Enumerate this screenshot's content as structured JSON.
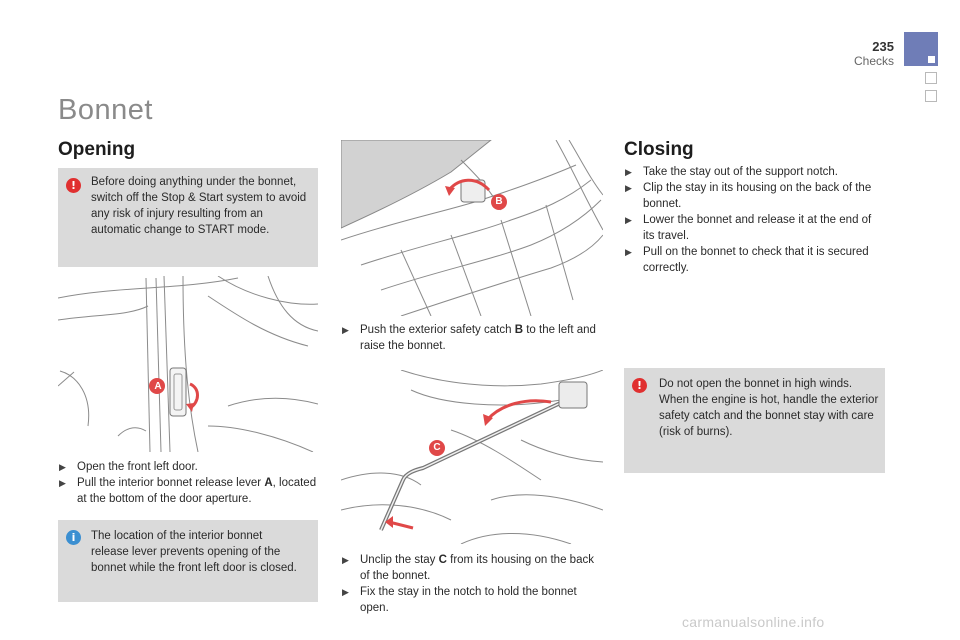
{
  "header": {
    "page_number": "235",
    "section": "Checks"
  },
  "title": "Bonnet",
  "opening": {
    "heading": "Opening",
    "warning_note": "Before doing anything under the bonnet, switch off the Stop & Start system to avoid any risk of injury resulting from an automatic change to START mode.",
    "lever_label": "A",
    "steps": [
      {
        "text": "Open the front left door."
      },
      {
        "pre": "Pull the interior bonnet release lever ",
        "bold": "A",
        "post": ", located at the bottom of the door aperture."
      }
    ],
    "info_note": "The location of the interior bonnet release lever prevents opening of the bonnet while the front left door is closed."
  },
  "middle": {
    "catch_label": "B",
    "stay_label": "C",
    "steps_top": [
      {
        "pre": "Push the exterior safety catch ",
        "bold": "B",
        "post": " to the left and raise the bonnet."
      }
    ],
    "steps_bottom": [
      {
        "pre": "Unclip the stay ",
        "bold": "C",
        "post": " from its housing on the back of the bonnet."
      },
      {
        "text": "Fix the stay in the notch to hold the bonnet open."
      }
    ]
  },
  "closing": {
    "heading": "Closing",
    "steps": [
      {
        "text": "Take the stay out of the support notch."
      },
      {
        "text": "Clip the stay in its housing on the back of the bonnet."
      },
      {
        "text": "Lower the bonnet and release it at the end of its travel."
      },
      {
        "text": "Pull on the bonnet to check that it is secured correctly."
      }
    ],
    "warning_note": "Do not open the bonnet in high winds. When the engine is hot, handle the exterior safety catch and the bonnet stay with care (risk of burns)."
  },
  "icons": {
    "bullet": "arrow-bullet-icon",
    "warning": "exclamation-icon",
    "info": "info-icon"
  },
  "colors": {
    "tab": "#6f7db7",
    "note_background": "#dadada",
    "warning": "#e03030",
    "info": "#3b8fd1",
    "callout": "#e04848"
  },
  "footer": "carmanualsonline.info"
}
